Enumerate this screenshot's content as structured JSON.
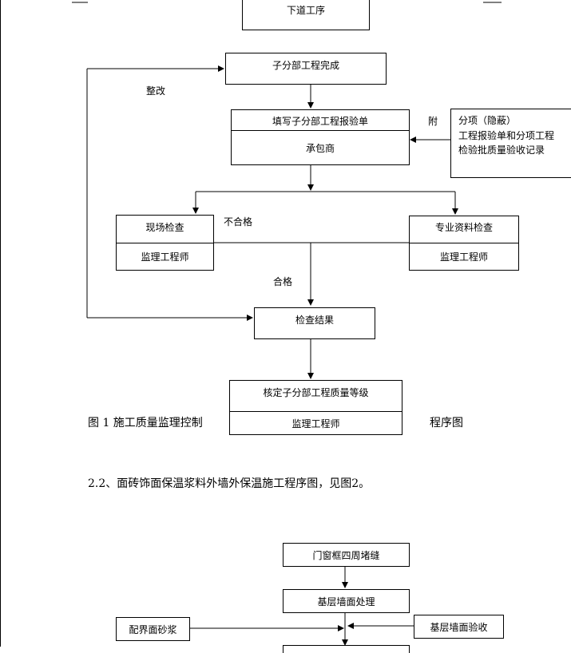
{
  "flow1": {
    "next_process": "下道工序",
    "sub_complete": "子分部工程完成",
    "fill_form": "填写子分部工程报验单",
    "contractor": "承包商",
    "attach": "附",
    "attached_title": "分项（隐蔽）",
    "attached_line2": "工程报验单和分项工程",
    "attached_line3": "检验批质量验收记录",
    "rectify": "整改",
    "fail": "不合格",
    "site_check": "现场检查",
    "supervisor_left": "监理工程师",
    "doc_check": "专业资料检查",
    "supervisor_right": "监理工程师",
    "pass": "合格",
    "result": "检查结果",
    "verify_grade": "核定子分部工程质量等级",
    "supervisor_bottom": "监理工程师"
  },
  "caption1_left": "图 1 施工质量监理控制",
  "caption1_right": "程序图",
  "section_heading": "2.2、面砖饰面保温浆料外墙外保温施工程序图，见图2。",
  "flow2": {
    "window_seal": "门窗框四周堵缝",
    "base_treat": "基层墙面处理",
    "interface_mortar": "配界面砂浆",
    "base_accept": "基层墙面验收"
  }
}
